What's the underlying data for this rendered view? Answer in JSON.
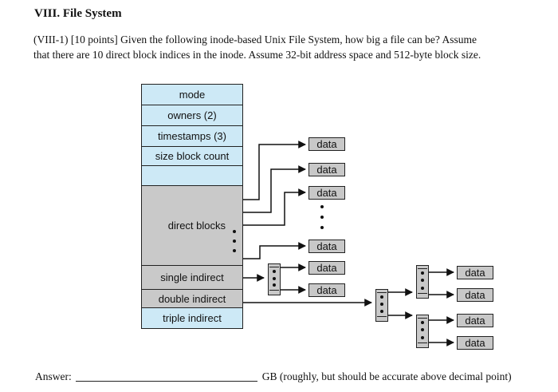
{
  "document": {
    "heading": "VIII. File System",
    "question": {
      "line1": "(VIII-1) [10 points] Given the following inode-based Unix File System, how big a file can be? Assume",
      "line2": "that there are 10 direct block indices in the inode. Assume 32-bit address space and 512-byte block size."
    },
    "answer": {
      "label": "Answer:",
      "suffix": "GB (roughly, but should be accurate above decimal point)"
    }
  },
  "diagram": {
    "inode_fields": [
      "mode",
      "owners (2)",
      "timestamps (3)",
      "size block count"
    ],
    "direct_blocks_label": "direct blocks",
    "single_indirect_label": "single indirect",
    "double_indirect_label": "double indirect",
    "triple_indirect_label": "triple indirect",
    "data_box_label": "data",
    "colors": {
      "field_blue": "#cde9f6",
      "block_gray": "#c9c9c9",
      "data_box_gray": "#c8c8c8",
      "line_black": "#111111"
    }
  }
}
